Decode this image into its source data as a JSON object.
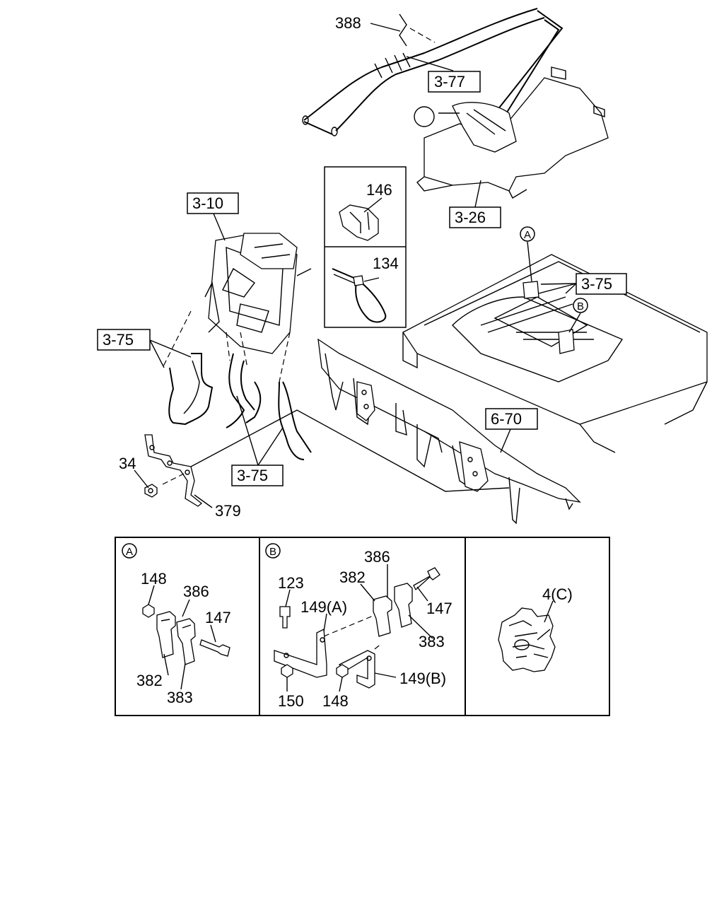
{
  "callouts": {
    "c388": "388",
    "c3_77": "3-77",
    "c3_26": "3-26",
    "c3_10": "3-10",
    "c146": "146",
    "c134": "134",
    "c3_75_right": "3-75",
    "c3_75_left": "3-75",
    "c3_75_bottom": "3-75",
    "c6_70": "6-70",
    "c34": "34",
    "c379": "379",
    "markA": "A",
    "markB": "B"
  },
  "detail_a": {
    "mark": "A",
    "p148": "148",
    "p386": "386",
    "p147": "147",
    "p382": "382",
    "p383": "383"
  },
  "detail_b": {
    "mark": "B",
    "p386": "386",
    "p123": "123",
    "p382": "382",
    "p149a": "149(A)",
    "p147": "147",
    "p383": "383",
    "p149b": "149(B)",
    "p150": "150",
    "p148": "148"
  },
  "detail_c": {
    "p4c": "4(C)"
  }
}
